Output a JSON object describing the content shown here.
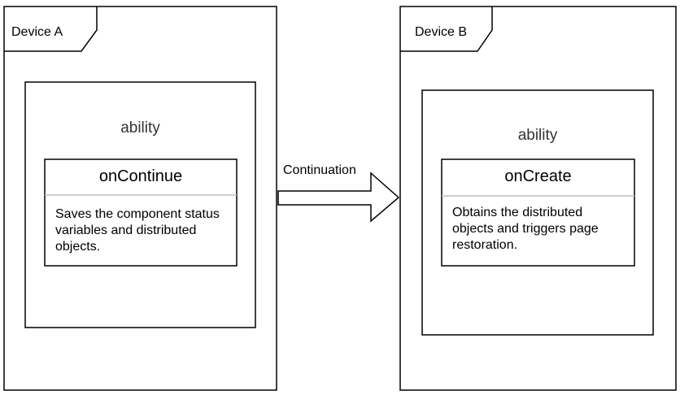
{
  "devices": [
    {
      "label": "Device A",
      "ability_label": "ability",
      "callback": {
        "title": "onContinue",
        "description": "Saves the component status variables and distributed objects."
      }
    },
    {
      "label": "Device B",
      "ability_label": "ability",
      "callback": {
        "title": "onCreate",
        "description": "Obtains the distributed objects and triggers page restoration."
      }
    }
  ],
  "arrow": {
    "label": "Continuation"
  }
}
